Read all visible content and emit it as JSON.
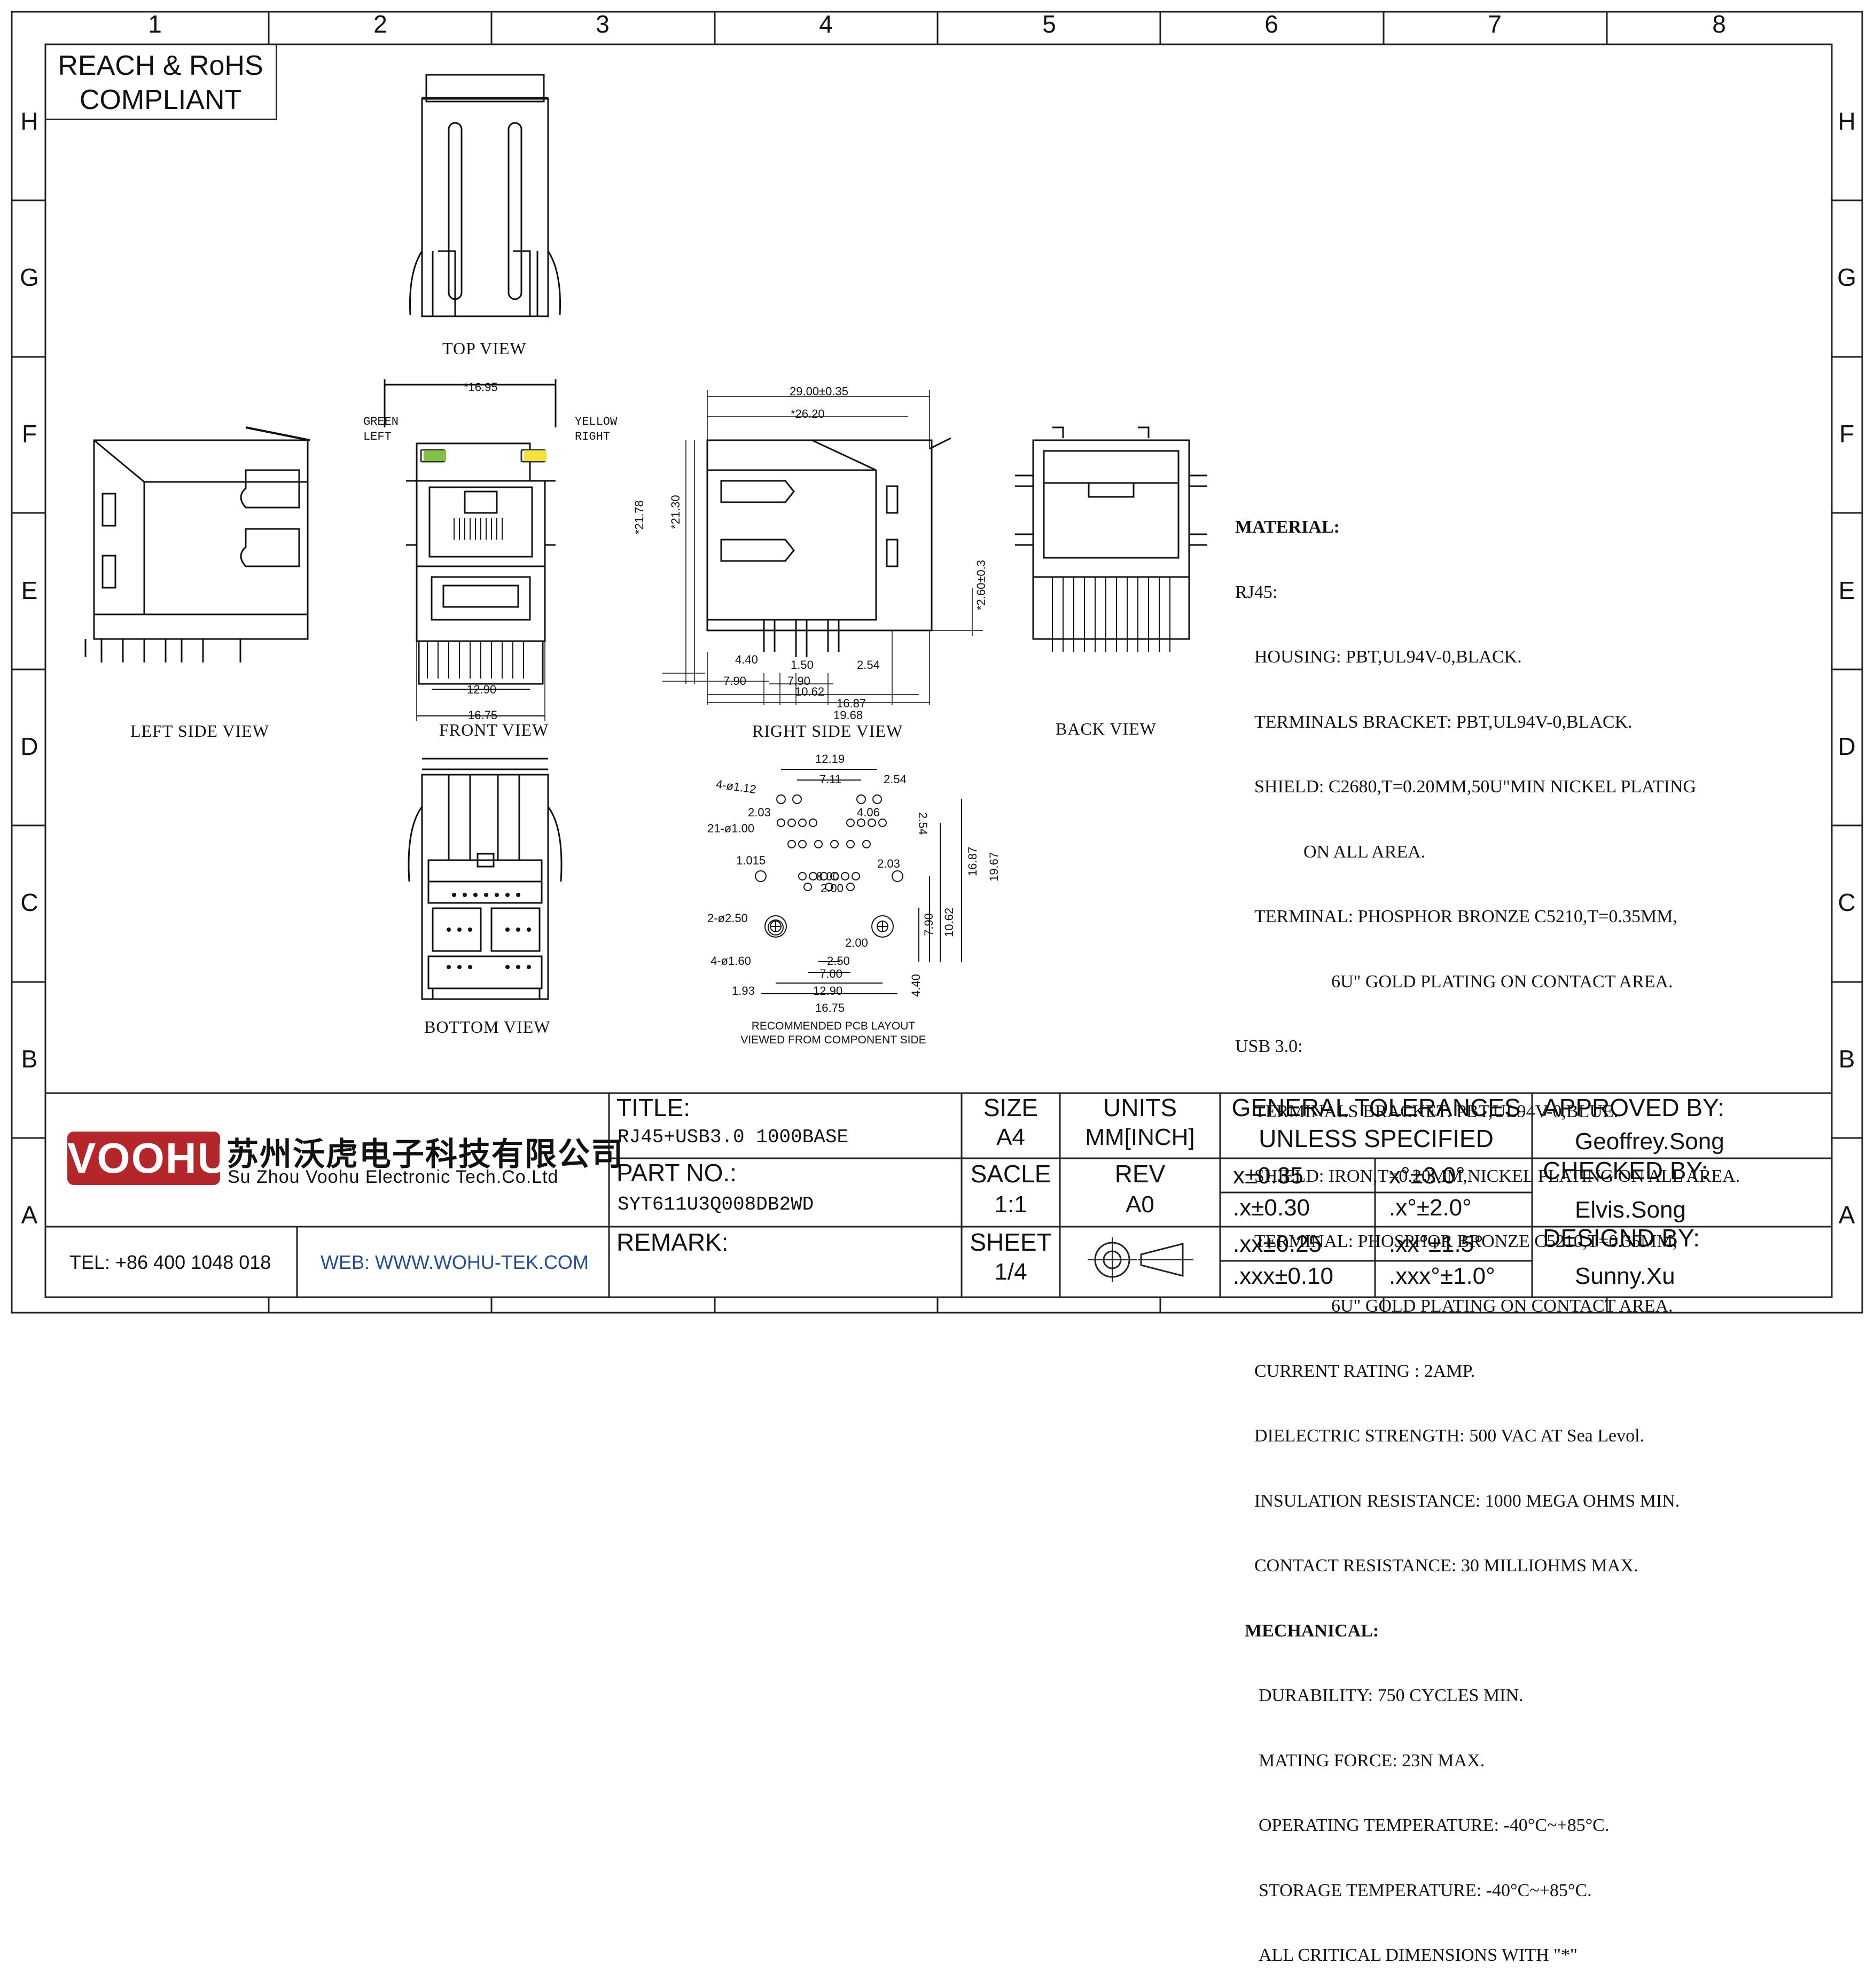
{
  "frame": {
    "columns": [
      "1",
      "2",
      "3",
      "4",
      "5",
      "6",
      "7",
      "8"
    ],
    "rows": [
      "H",
      "G",
      "F",
      "E",
      "D",
      "C",
      "B",
      "A"
    ]
  },
  "compliance": {
    "line1": "REACH & RoHS",
    "line2": "COMPLIANT"
  },
  "views": {
    "top": "TOP VIEW",
    "left_side": "LEFT SIDE VIEW",
    "front": "FRONT VIEW",
    "right_side": "RIGHT SIDE VIEW",
    "back": "BACK VIEW",
    "bottom": "BOTTOM VIEW"
  },
  "front_view": {
    "led_left": [
      "GREEN",
      "LEFT"
    ],
    "led_right": [
      "YELLOW",
      "RIGHT"
    ],
    "led_left_color": "#7dc242",
    "led_right_color": "#f2e33a",
    "dim_top": "*16.95",
    "dim_usb": "12.90",
    "dim_bottom": "16.75"
  },
  "right_side_view": {
    "dims": [
      "29.00±0.35",
      "*26.20",
      "*21.78",
      "*21.30",
      "*2.60±0.3",
      "4.40",
      "1.50",
      "2.54",
      "7.90",
      "7.90",
      "10.62",
      "16.87",
      "19.68"
    ]
  },
  "pcb_layout": {
    "dims": [
      "12.19",
      "7.11",
      "2.54",
      "4-ø1.12",
      "2.03",
      "4.06",
      "21-ø1.00",
      "1.015",
      "2.03",
      "8.00",
      "2.00",
      "2-ø2.50",
      "2.00",
      "4-ø1.60",
      "2.50",
      "7.00",
      "1.93",
      "12.90",
      "16.75",
      "2.54",
      "16.87",
      "19.67",
      "7.90",
      "10.62",
      "4.40"
    ],
    "caption_line1": "RECOMMENDED PCB LAYOUT",
    "caption_line2": "VIEWED FROM COMPONENT SIDE"
  },
  "material": {
    "heading": "MATERIAL:",
    "rj45_heading": "RJ45:",
    "rj45": [
      "HOUSING: PBT,UL94V-0,BLACK.",
      "TERMINALS BRACKET: PBT,UL94V-0,BLACK.",
      "SHIELD: C2680,T=0.20MM,50U\"MIN NICKEL PLATING",
      "ON ALL AREA.",
      "TERMINAL: PHOSPHOR BRONZE C5210,T=0.35MM,",
      "6U\" GOLD PLATING ON CONTACT AREA."
    ],
    "usb_heading": "USB 3.0:",
    "usb": [
      "TERMINALS BRACKET: PBT,UL94V-0,BLUE.",
      "SHIELD: IRON,T=0.20MM,NICKEL PLATING ON ALL AREA.",
      "TERMINAL: PHOSPHOR BRONZE C5210,T=0.35MM,",
      "6U\" GOLD PLATING ON CONTACT AREA.",
      "CURRENT RATING : 2AMP.",
      "DIELECTRIC STRENGTH: 500 VAC AT Sea Levol.",
      "INSULATION RESISTANCE: 1000 MEGA OHMS MIN.",
      "CONTACT RESISTANCE: 30 MILLIOHMS MAX."
    ],
    "mech_heading": "MECHANICAL:",
    "mech": [
      "DURABILITY: 750 CYCLES MIN.",
      "MATING FORCE: 23N MAX.",
      "OPERATING TEMPERATURE: -40°C~+85°C.",
      "STORAGE TEMPERATURE: -40°C~+85°C.",
      "ALL CRITICAL DIMENSIONS WITH \"*\""
    ]
  },
  "title_block": {
    "logo": "VOOHU",
    "logo_color": "#b5262b",
    "company_cn": "苏州沃虎电子科技有限公司",
    "company_en": "Su Zhou Voohu Electronic Tech.Co.Ltd",
    "tel": "TEL: +86 400 1048 018",
    "web": "WEB: WWW.WOHU-TEK.COM",
    "web_color": "#1f4e9c",
    "title_label": "TITLE:",
    "title_value": "RJ45+USB3.0 1000BASE",
    "part_label": "PART NO.:",
    "part_value": "SYT611U3Q008DB2WD",
    "remark_label": "REMARK:",
    "size_label": "SIZE",
    "size_value": "A4",
    "units_label": "UNITS",
    "units_value": "MM[INCH]",
    "scale_label": "SACLE",
    "scale_value": "1:1",
    "rev_label": "REV",
    "rev_value": "A0",
    "sheet_label": "SHEET",
    "sheet_value": "1/4",
    "tol_heading1": "GENERAL TOLERANCES",
    "tol_heading2": "UNLESS SPECIFIED",
    "tolerances": [
      [
        "x±0.35",
        "x°±3.0°"
      ],
      [
        ".x±0.30",
        ".x°±2.0°"
      ],
      [
        ".xx±0.25",
        ".xx°±1.5°"
      ],
      [
        ".xxx±0.10",
        ".xxx°±1.0°"
      ]
    ],
    "approved_label": "APPROVED BY:",
    "approved_value": "Geoffrey.Song",
    "checked_label": "CHECKED BY:",
    "checked_value": "Elvis.Song",
    "designed_label": "DESIGND BY:",
    "designed_value": "Sunny.Xu"
  }
}
